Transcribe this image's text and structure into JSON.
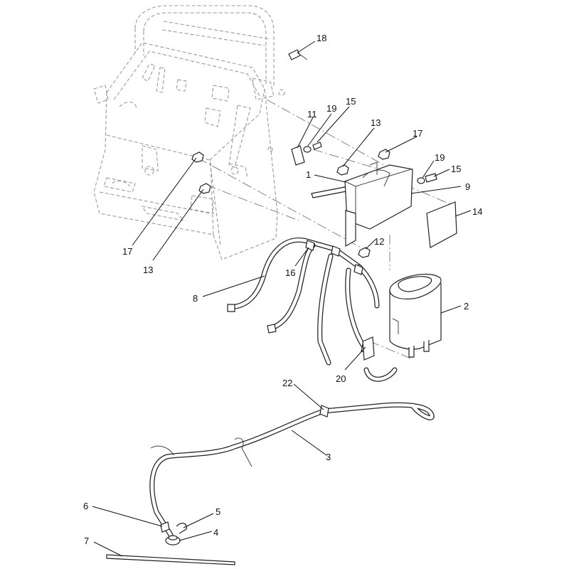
{
  "callouts": [
    {
      "id": "c18",
      "label": "18"
    },
    {
      "id": "c11",
      "label": "11"
    },
    {
      "id": "c19a",
      "label": "19"
    },
    {
      "id": "c15a",
      "label": "15"
    },
    {
      "id": "c13a",
      "label": "13"
    },
    {
      "id": "c17a",
      "label": "17"
    },
    {
      "id": "c19b",
      "label": "19"
    },
    {
      "id": "c15b",
      "label": "15"
    },
    {
      "id": "c1",
      "label": "1"
    },
    {
      "id": "c9",
      "label": "9"
    },
    {
      "id": "c14",
      "label": "14"
    },
    {
      "id": "c12",
      "label": "12"
    },
    {
      "id": "c17b",
      "label": "17"
    },
    {
      "id": "c13b",
      "label": "13"
    },
    {
      "id": "c16",
      "label": "16"
    },
    {
      "id": "c8",
      "label": "8"
    },
    {
      "id": "c2",
      "label": "2"
    },
    {
      "id": "c20",
      "label": "20"
    },
    {
      "id": "c22",
      "label": "22"
    },
    {
      "id": "c3",
      "label": "3"
    },
    {
      "id": "c6",
      "label": "6"
    },
    {
      "id": "c5",
      "label": "5"
    },
    {
      "id": "c4",
      "label": "4"
    },
    {
      "id": "c7",
      "label": "7"
    }
  ]
}
